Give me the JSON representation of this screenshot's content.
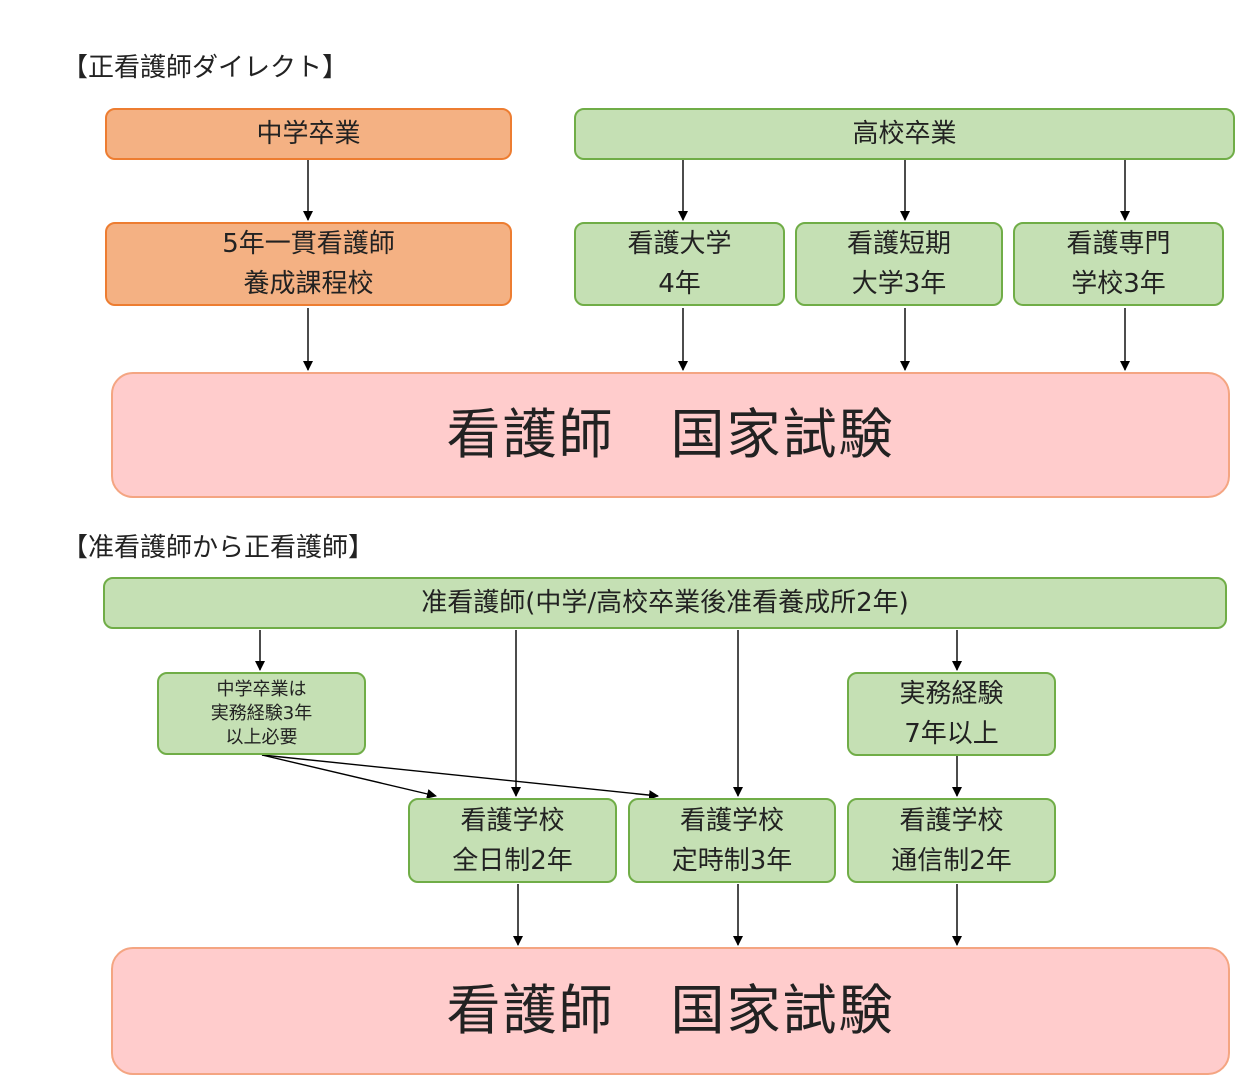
{
  "section1": {
    "heading": "【正看護師ダイレクト】",
    "jhs_grad": "中学卒業",
    "hs_grad": "高校卒業",
    "five_year": [
      "5年一貫看護師",
      "養成課程校"
    ],
    "university": [
      "看護大学",
      "4年"
    ],
    "junior_college": [
      "看護短期",
      "大学3年"
    ],
    "vocational": [
      "看護専門",
      "学校3年"
    ],
    "exam": "看護師　国家試験"
  },
  "section2": {
    "heading": "【准看護師から正看護師】",
    "assistant_nurse": "准看護師(中学/高校卒業後准看養成所2年)",
    "jhs_note": [
      "中学卒業は",
      "実務経験3年",
      "以上必要"
    ],
    "experience": [
      "実務経験",
      "7年以上"
    ],
    "fulltime": [
      "看護学校",
      "全日制2年"
    ],
    "parttime": [
      "看護学校",
      "定時制3年"
    ],
    "correspondence": [
      "看護学校",
      "通信制2年"
    ],
    "exam": "看護師　国家試験"
  }
}
